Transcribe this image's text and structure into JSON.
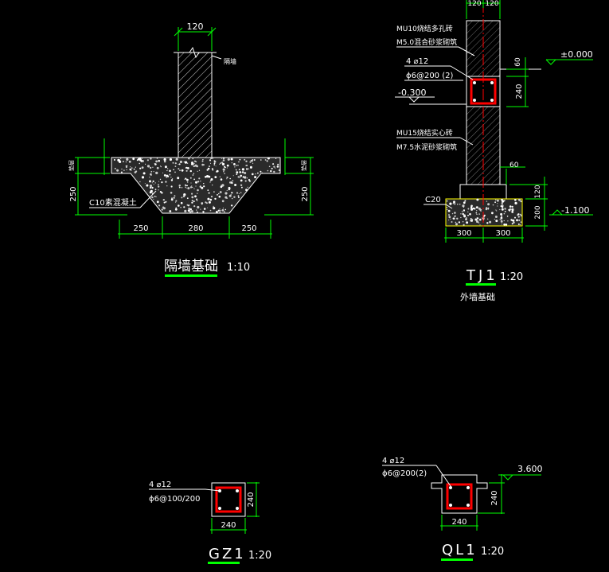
{
  "colors": {
    "background": "#000000",
    "text": "#ffffff",
    "dimension": "#00ff00",
    "title_underline": "#00ff00",
    "rebar": "#ff0000",
    "centerline": "#ff0000",
    "outline": "#ffff00"
  },
  "partition_foundation": {
    "dim_top": "120",
    "wall_note": "隔墙",
    "left_side_note": "垫层",
    "right_side_note": "垫层",
    "dim_height_left": "250",
    "dim_height_right": "250",
    "concrete_note": "C10素混凝土",
    "dim_bottom": [
      "250",
      "280",
      "250"
    ],
    "title": "隔墙基础",
    "scale": "1:10"
  },
  "outer_wall_foundation": {
    "dim_top": [
      "120",
      "120"
    ],
    "brick_note_1": "MU10烧结多孔砖",
    "mortar_note_1": "M5.0混合砂浆砌筑",
    "rebar_note": "4 ⌀12",
    "stirrup_note": "ϕ6@200 (2)",
    "dim_60_top": "60",
    "level_top": "±0.000",
    "dim_240": "240",
    "level_mid": "-0.300",
    "brick_note_2": "MU15烧结实心砖",
    "mortar_note_2": "M7.5水泥砂浆砌筑",
    "dim_60_step": "60",
    "concrete_grade": "C20",
    "dim_120": "120",
    "dim_200": "200",
    "level_bottom": "-1.100",
    "dim_bottom": [
      "300",
      "300"
    ],
    "title": "TJ1",
    "scale": "1:20",
    "subtitle": "外墙基础"
  },
  "gz1": {
    "rebar_note": "4 ⌀12",
    "stirrup_note": "ϕ6@100/200",
    "dim_side": "240",
    "dim_bottom": "240",
    "title": "GZ1",
    "scale": "1:20"
  },
  "ql1": {
    "rebar_note": "4 ⌀12",
    "stirrup_note": "ϕ6@200(2)",
    "level": "3.600",
    "dim_side": "240",
    "dim_bottom": "240",
    "title": "QL1",
    "scale": "1:20"
  }
}
